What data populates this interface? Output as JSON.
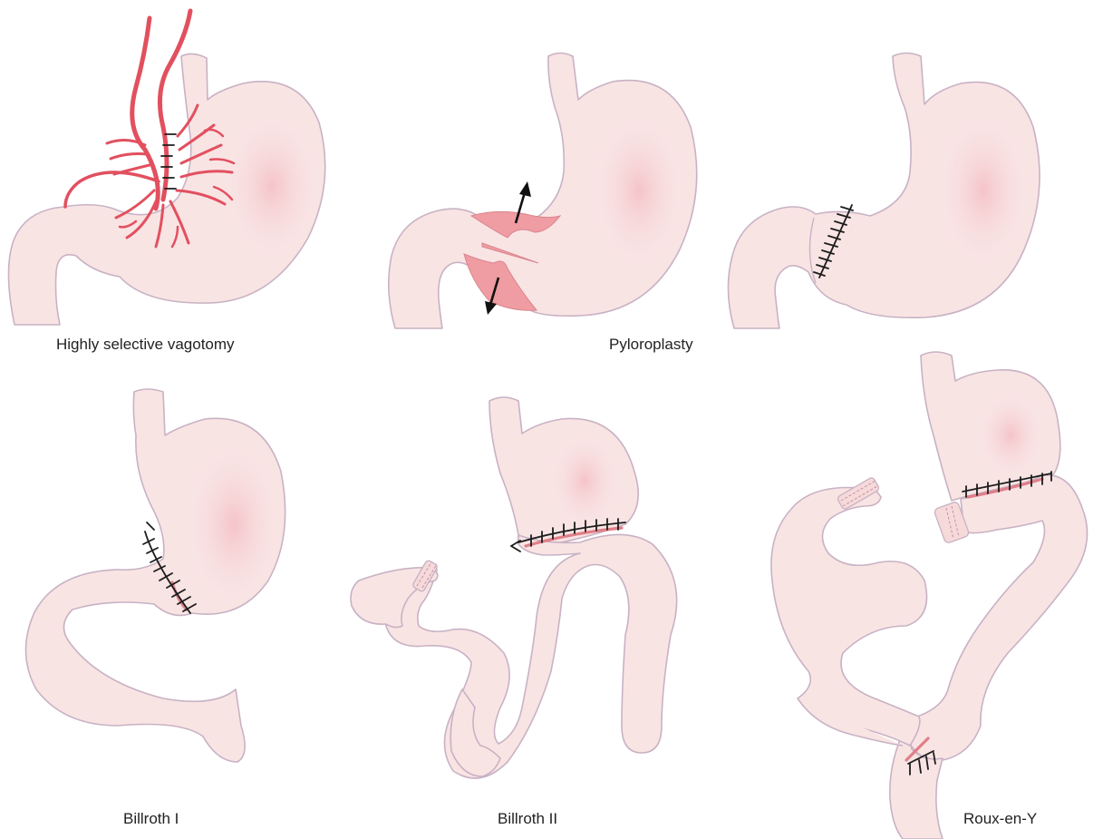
{
  "figure": {
    "labels": {
      "hsv": "Highly selective vagotomy",
      "pyloroplasty": "Pyloroplasty",
      "billroth1": "Billroth I",
      "billroth2": "Billroth II",
      "roux": "Roux-en-Y"
    },
    "colors": {
      "tissue": "#f9e4e4",
      "outline": "#c8b2c4",
      "nerve": "#e2505f",
      "suture": "#1c1c1c",
      "anastomosis": "#e07f88"
    }
  }
}
